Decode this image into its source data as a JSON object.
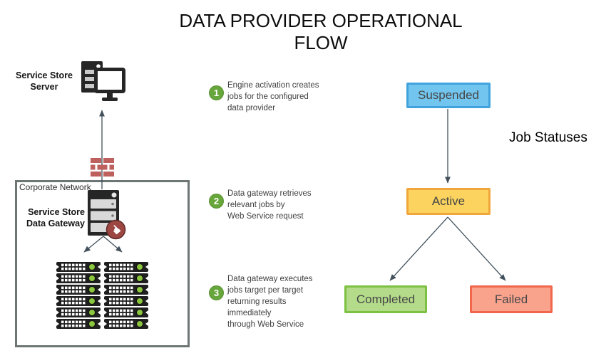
{
  "title": "DATA PROVIDER OPERATIONAL FLOW",
  "server": {
    "label": "Service Store\nServer",
    "icon": "server-with-monitor-icon"
  },
  "firewall": {
    "icon": "firewall-bricks-icon"
  },
  "corporate_network": {
    "label": "Corporate Network",
    "gateway_label": "Service Store\nData Gateway",
    "gateway_icon": "server-rack-icon",
    "click_icon": "hand-cursor-icon",
    "rack_unit_count": 12
  },
  "steps": [
    {
      "num": "1",
      "text": "Engine activation creates\njobs for the configured\ndata provider"
    },
    {
      "num": "2",
      "text": "Data gateway retrieves\nrelevant jobs by\nWeb Service request"
    },
    {
      "num": "3",
      "text": "Data gateway executes\njobs target per target\nreturning results immediately\nthrough Web Service"
    }
  ],
  "statuses": {
    "heading": "Job Statuses",
    "suspended": {
      "label": "Suspended"
    },
    "active": {
      "label": "Active"
    },
    "completed": {
      "label": "Completed"
    },
    "failed": {
      "label": "Failed"
    }
  },
  "colors": {
    "line": "#41505A",
    "step_badge": "#67A63B",
    "led": "#8CC63F",
    "brick": "#BE615E",
    "hand_circle": "#9C4742",
    "network_border": "#6D7575",
    "suspended_fill": "#72C5EE",
    "suspended_border": "#41A3DE",
    "active_fill": "#FBD35E",
    "active_border": "#F1A63C",
    "completed_fill": "#B4DB8A",
    "completed_border": "#7CC142",
    "failed_fill": "#F9A38D",
    "failed_border": "#F1664D"
  }
}
